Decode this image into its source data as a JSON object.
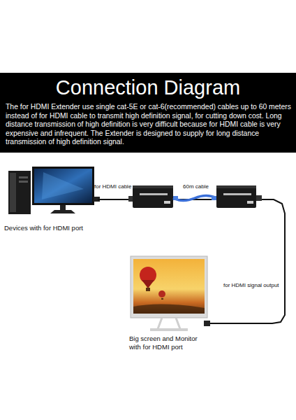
{
  "diagram": {
    "title": "Connection Diagram",
    "nodes": [
      {
        "text": [
          "Devices with for HDMI port"
        ]
      },
      {
        "text": [
          "Big screen and Monitor with for HDMI port"
        ]
      }
    ],
    "edges": [
      {
        "from": 0,
        "to": 1,
        "arrow": "none"
      }
    ],
    "labels": [
      "The for HDMI Extender use single cat-5E or cat-6(recommended) cables up to 60 meters instead of for HDMI cable to transmit high definition signal, for cutting down cost. Long distance transmission of high definition is very difficult because for HDMI cable is very expensive and infrequent. The Extender is designed to supply for long distance transmission of high definition signal.",
      "for HDMI cable",
      "60m cable",
      "for HDMI signal output"
    ]
  }
}
